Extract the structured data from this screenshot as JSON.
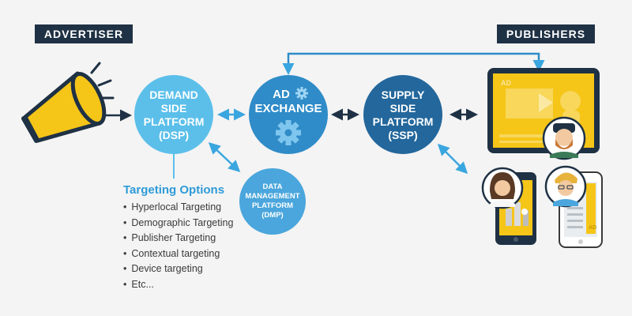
{
  "labels": {
    "advertiser": "ADVERTISER",
    "publishers": "PUBLISHERS"
  },
  "nodes": {
    "dsp": [
      "DEMAND",
      "SIDE",
      "PLATFORM",
      "(DSP)"
    ],
    "ad_exchange": [
      "AD",
      "EXCHANGE"
    ],
    "ssp": [
      "SUPPLY",
      "SIDE",
      "PLATFORM",
      "(SSP)"
    ],
    "dmp": [
      "DATA",
      "MANAGEMENT",
      "PLATFORM",
      "(DMP)"
    ]
  },
  "targeting": {
    "title": "Targeting Options",
    "items": [
      "Hyperlocal Targeting",
      "Demographic Targeting",
      "Publisher Targeting",
      "Contextual targeting",
      "Device targeting",
      "Etc..."
    ]
  },
  "devices": {
    "ad_badge": "AD"
  },
  "colors": {
    "dsp": "#5bbfea",
    "ad_exchange": "#2f8cc8",
    "ssp": "#23679c",
    "dmp": "#4aa6dc",
    "arrow_light": "#3aa6df",
    "arrow_dark": "#1f3144",
    "label_bg": "#1f3144",
    "yellow": "#f5c518"
  }
}
